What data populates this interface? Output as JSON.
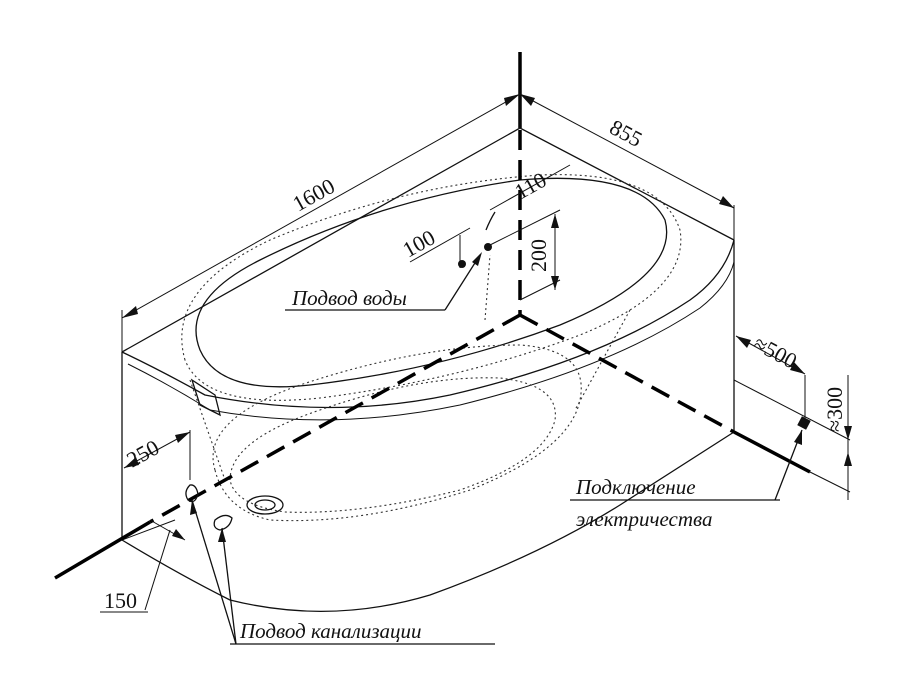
{
  "dimensions": {
    "length": "1600",
    "width": "855",
    "offset_110": "110",
    "offset_100": "100",
    "height_200": "200",
    "left_250": "250",
    "bottom_150": "150",
    "right_500": "≈500",
    "right_300": "≈300"
  },
  "labels": {
    "water_supply": "Подвод воды",
    "sewer_supply": "Подвод канализации",
    "electric_line1": "Подключение",
    "electric_line2": "электричества"
  }
}
